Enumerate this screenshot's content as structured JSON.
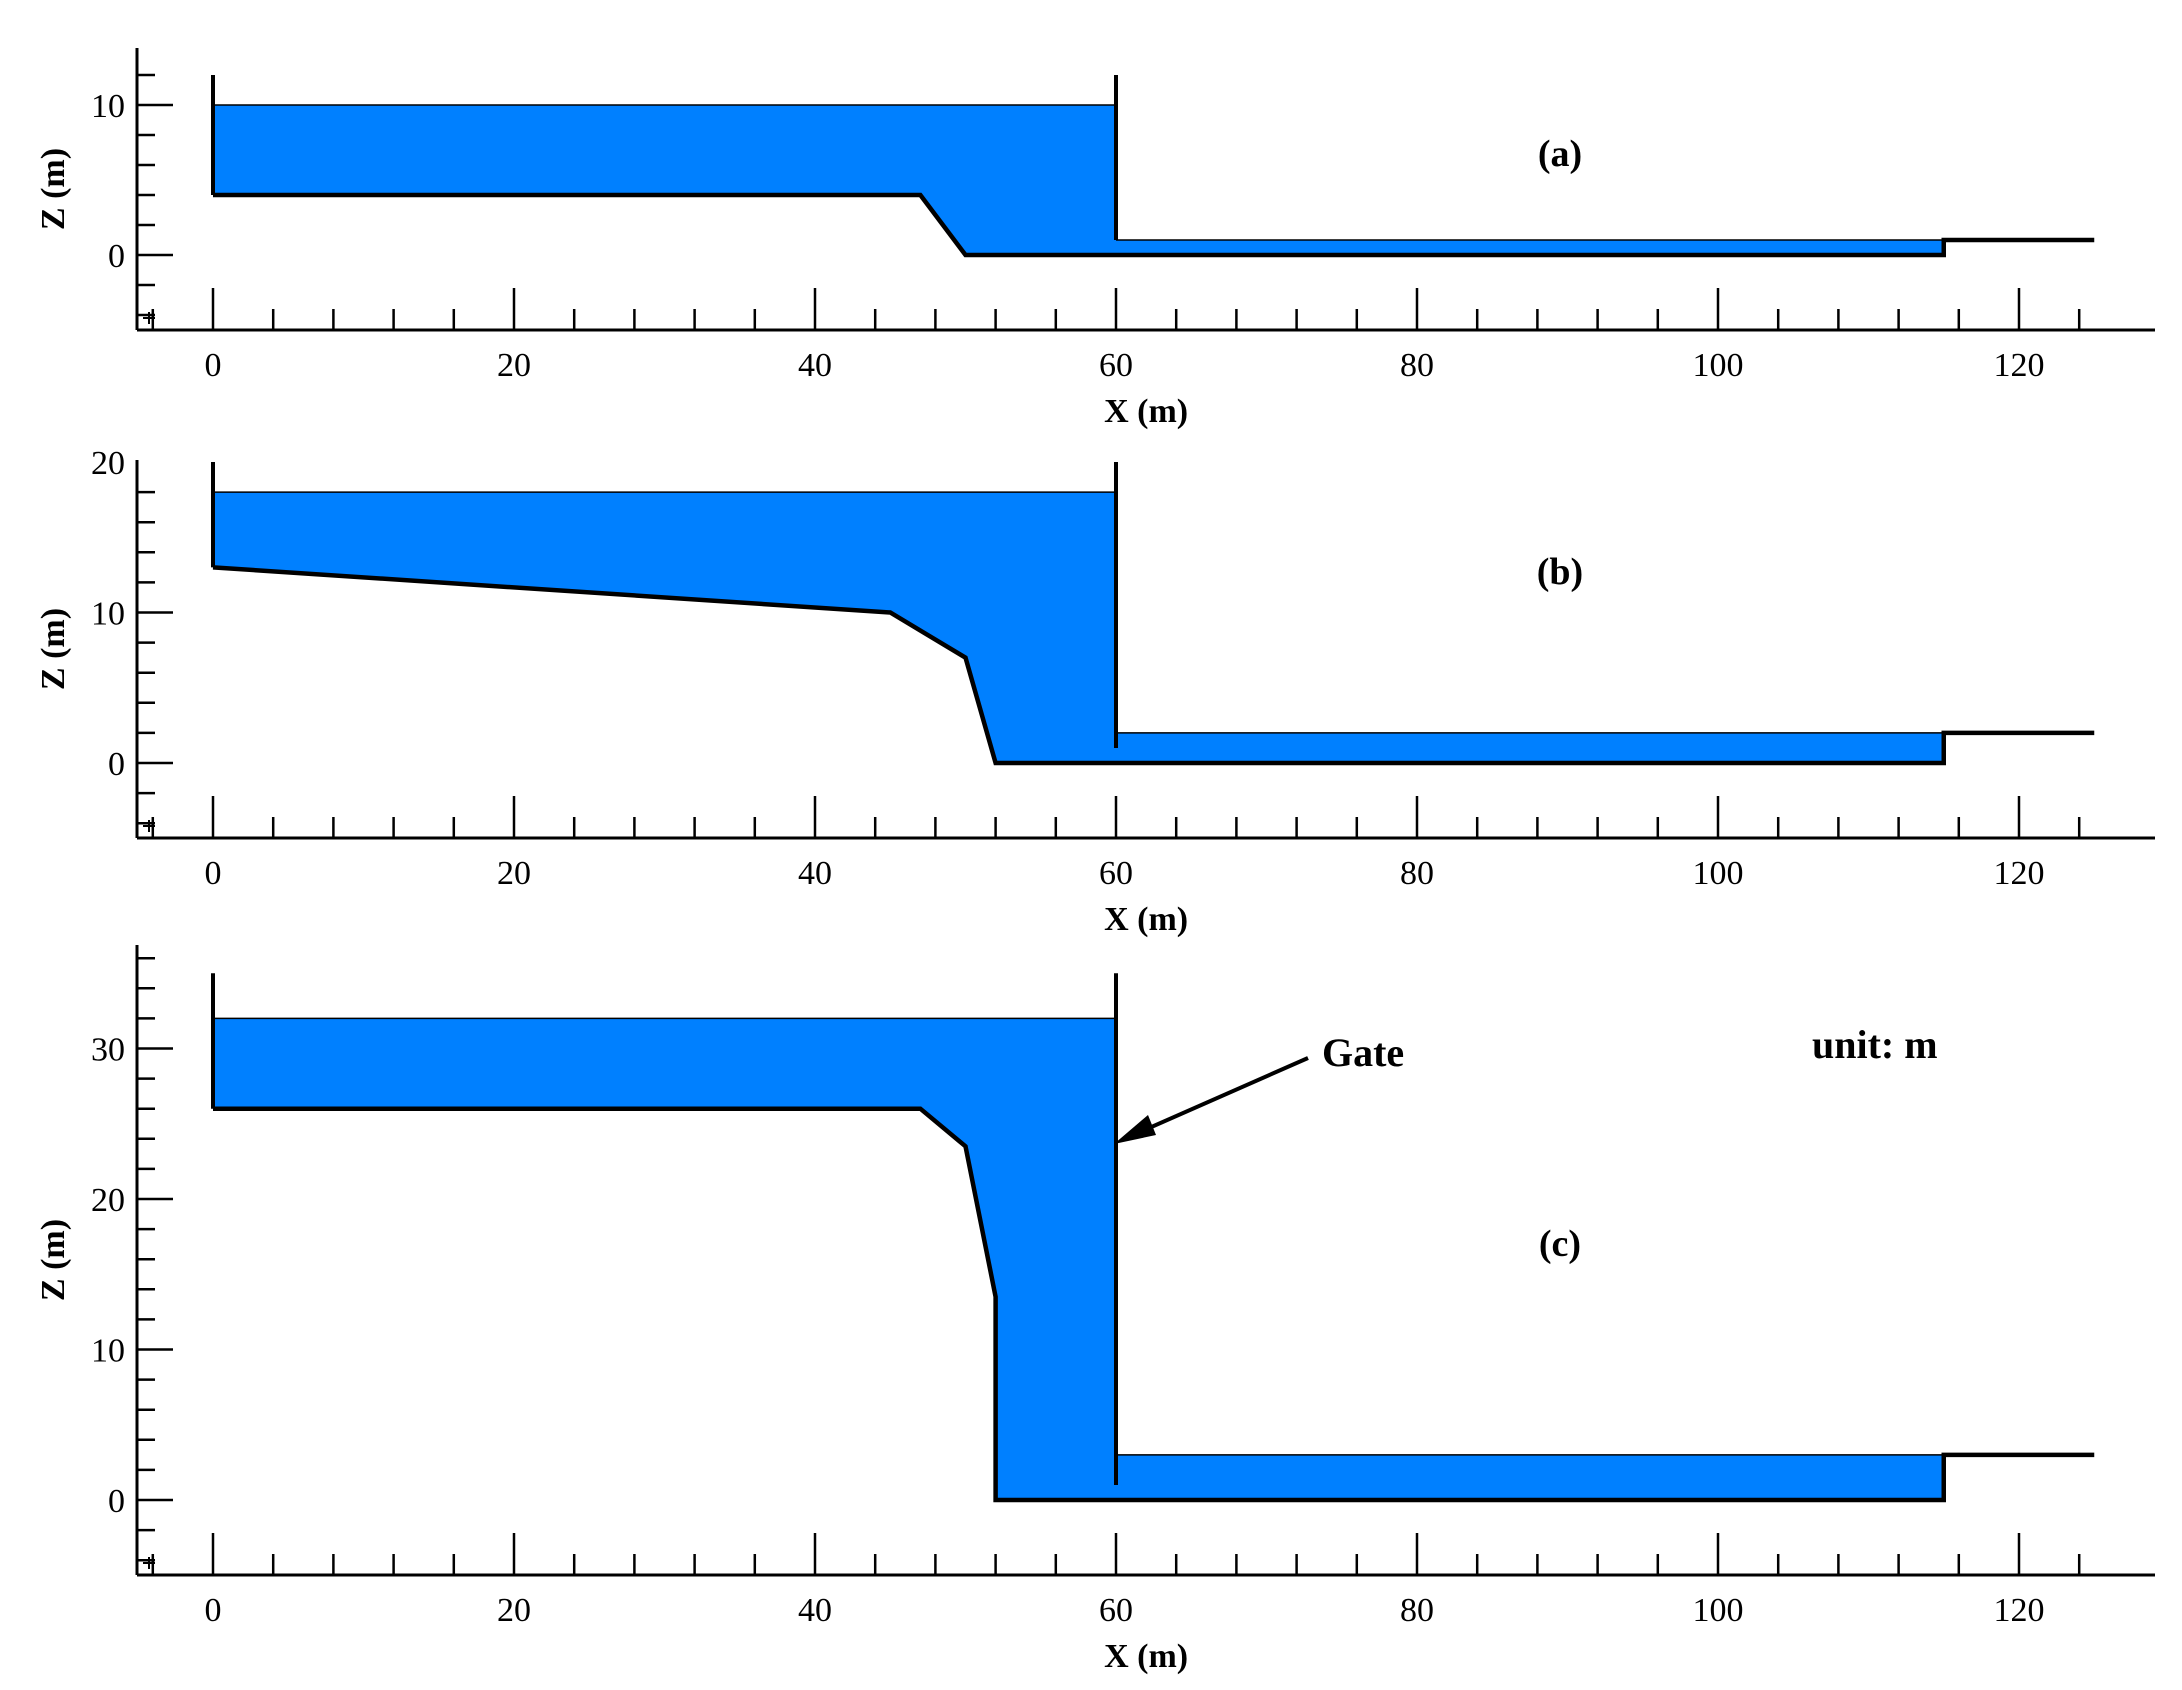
{
  "figure": {
    "annotations": {
      "gate": "Gate",
      "unit": "unit: m"
    },
    "colors": {
      "water": "#0080ff",
      "lines": "#000000"
    },
    "panels": [
      {
        "id": "a",
        "label": "(a)",
        "xlabel": "X (m)",
        "ylabel": "Z (m)",
        "xlim": [
          -5,
          128
        ],
        "ylim": [
          -5,
          14
        ],
        "xticks": [
          0,
          20,
          40,
          60,
          80,
          100,
          120
        ],
        "xtick_labels": [
          "0",
          "20",
          "40",
          "60",
          "80",
          "100",
          "120"
        ],
        "yticks": [
          0,
          10
        ],
        "ytick_labels": [
          "0",
          "10"
        ],
        "reservoir_water_level": 10,
        "reservoir_bed": [
          [
            0,
            4
          ],
          [
            47,
            4
          ],
          [
            50,
            0
          ],
          [
            60,
            0
          ]
        ],
        "upstream_wall_top": 12,
        "gate_x": 60,
        "gate_top": 12,
        "gate_bottom": 1,
        "downstream_water_level": 1,
        "downstream_bed": [
          [
            60,
            0
          ],
          [
            115,
            0
          ]
        ],
        "outlet_step": [
          [
            115,
            0
          ],
          [
            115,
            1
          ],
          [
            125,
            1
          ]
        ]
      },
      {
        "id": "b",
        "label": "(b)",
        "xlabel": "X (m)",
        "ylabel": "Z (m)",
        "xlim": [
          -5,
          128
        ],
        "ylim": [
          -5,
          21
        ],
        "xticks": [
          0,
          20,
          40,
          60,
          80,
          100,
          120
        ],
        "xtick_labels": [
          "0",
          "20",
          "40",
          "60",
          "80",
          "100",
          "120"
        ],
        "yticks": [
          0,
          10,
          20
        ],
        "ytick_labels": [
          "0",
          "10",
          "20"
        ],
        "reservoir_water_level": 18,
        "reservoir_bed": [
          [
            0,
            13
          ],
          [
            45,
            10
          ],
          [
            50,
            7
          ],
          [
            52,
            0
          ],
          [
            60,
            0
          ]
        ],
        "upstream_wall_top": 20,
        "gate_x": 60,
        "gate_top": 20,
        "gate_bottom": 1,
        "downstream_water_level": 2,
        "downstream_bed": [
          [
            60,
            0
          ],
          [
            115,
            0
          ]
        ],
        "outlet_step": [
          [
            115,
            0
          ],
          [
            115,
            2
          ],
          [
            125,
            2
          ]
        ]
      },
      {
        "id": "c",
        "label": "(c)",
        "xlabel": "X (m)",
        "ylabel": "Z (m)",
        "xlim": [
          -5,
          128
        ],
        "ylim": [
          -5,
          37
        ],
        "xticks": [
          0,
          20,
          40,
          60,
          80,
          100,
          120
        ],
        "xtick_labels": [
          "0",
          "20",
          "40",
          "60",
          "80",
          "100",
          "120"
        ],
        "yticks": [
          0,
          10,
          20,
          30
        ],
        "ytick_labels": [
          "0",
          "10",
          "20",
          "30"
        ],
        "reservoir_water_level": 32,
        "reservoir_bed": [
          [
            0,
            26
          ],
          [
            47,
            26
          ],
          [
            50,
            23.5
          ],
          [
            52,
            13.5
          ],
          [
            52,
            0
          ],
          [
            60,
            0
          ]
        ],
        "upstream_wall_top": 35,
        "gate_x": 60,
        "gate_top": 35,
        "gate_bottom": 1,
        "downstream_water_level": 3,
        "downstream_bed": [
          [
            60,
            0
          ],
          [
            115,
            0
          ]
        ],
        "outlet_step": [
          [
            115,
            0
          ],
          [
            115,
            3
          ],
          [
            125,
            3
          ]
        ]
      }
    ]
  }
}
